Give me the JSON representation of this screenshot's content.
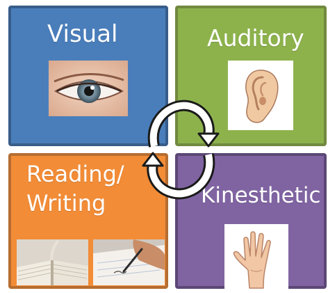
{
  "quadrants": {
    "visual": {
      "label": "Visual",
      "color": "#4a7ebb",
      "border": "#385d8a"
    },
    "auditory": {
      "label": "Auditory",
      "color": "#8db24c",
      "border": "#71893f"
    },
    "reading": {
      "label_line1": "Reading/",
      "label_line2": "Writing",
      "color": "#f28c37",
      "border": "#b66d31"
    },
    "kinesthetic": {
      "label": "Kinesthetic",
      "color": "#8064a2",
      "border": "#5c4776"
    }
  },
  "icons": {
    "eye": "eye-photo",
    "ear": "ear-illustration",
    "book": "open-book-photo",
    "writing": "writing-hand-photo",
    "hand": "hand-illustration",
    "cycle": "circular-arrows"
  }
}
